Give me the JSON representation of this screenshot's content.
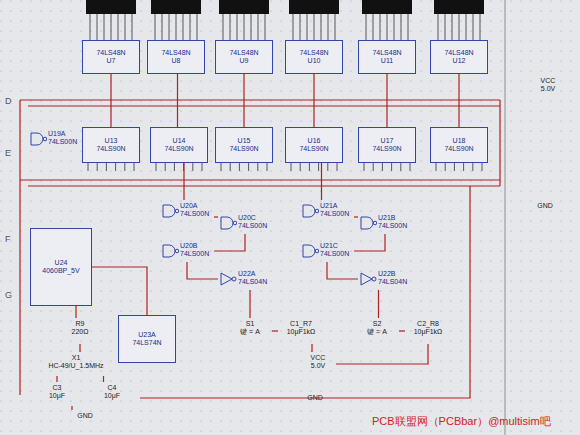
{
  "diagram": {
    "nodes": [
      {
        "text": [
          "74LS48N",
          "U7"
        ]
      },
      {
        "text": [
          "74LS48N",
          "U8"
        ]
      },
      {
        "text": [
          "74LS48N",
          "U9"
        ]
      },
      {
        "text": [
          "74LS48N",
          "U10"
        ]
      },
      {
        "text": [
          "74LS48N",
          "U11"
        ]
      },
      {
        "text": [
          "74LS48N",
          "U12"
        ]
      },
      {
        "text": [
          "U19A",
          "74LS00N"
        ]
      },
      {
        "text": [
          "U13",
          "74LS90N"
        ]
      },
      {
        "text": [
          "U14",
          "74LS90N"
        ]
      },
      {
        "text": [
          "U15",
          "74LS90N"
        ]
      },
      {
        "text": [
          "U16",
          "74LS90N"
        ]
      },
      {
        "text": [
          "U17",
          "74LS90N"
        ]
      },
      {
        "text": [
          "U18",
          "74LS90N"
        ]
      },
      {
        "text": [
          "U20A",
          "74LS00N"
        ]
      },
      {
        "text": [
          "U21A",
          "74LS00N"
        ]
      },
      {
        "text": [
          "U21B",
          "74LS00N"
        ]
      },
      {
        "text": [
          "U20C",
          "74LS00N"
        ]
      },
      {
        "text": [
          "U20B",
          "74LS00N"
        ]
      },
      {
        "text": [
          "U21C",
          "74LS00N"
        ]
      },
      {
        "text": [
          "U22A",
          "74LS04N"
        ]
      },
      {
        "text": [
          "U22B",
          "74LS04N"
        ]
      },
      {
        "text": [
          "U24",
          "4060BP_5V"
        ]
      },
      {
        "text": [
          "R9",
          "220Ω"
        ]
      },
      {
        "text": [
          "U23A",
          "74LS74N"
        ]
      },
      {
        "text": [
          "S1",
          "键 = A"
        ]
      },
      {
        "text": [
          "C1_R7",
          "10μF1kΩ"
        ]
      },
      {
        "text": [
          "S2",
          "键 = A"
        ]
      },
      {
        "text": [
          "C2_R8",
          "10μF1kΩ"
        ]
      },
      {
        "text": [
          "X1",
          "HC-49/U_1.5MHz"
        ]
      },
      {
        "text": [
          "VCC",
          "5.0V"
        ]
      },
      {
        "text": [
          "C3",
          "10μF"
        ]
      },
      {
        "text": [
          "C4",
          "10μF"
        ]
      },
      {
        "text": [
          "GND"
        ]
      },
      {
        "text": [
          "GND"
        ]
      },
      {
        "text": [
          "VCC",
          "5.0V"
        ]
      },
      {
        "text": [
          "GND"
        ]
      }
    ],
    "edges": [
      {
        "from": 7,
        "to": 0,
        "arrow": "none"
      },
      {
        "from": 8,
        "to": 1,
        "arrow": "none"
      },
      {
        "from": 9,
        "to": 2,
        "arrow": "none"
      },
      {
        "from": 10,
        "to": 3,
        "arrow": "none"
      },
      {
        "from": 11,
        "to": 4,
        "arrow": "none"
      },
      {
        "from": 12,
        "to": 5,
        "arrow": "none"
      },
      {
        "from": 6,
        "to": 7,
        "arrow": "none"
      },
      {
        "from": 13,
        "to": 8,
        "arrow": "none"
      },
      {
        "from": 14,
        "to": 10,
        "arrow": "none"
      },
      {
        "from": 13,
        "to": 16,
        "arrow": "none"
      },
      {
        "from": 17,
        "to": 16,
        "arrow": "none"
      },
      {
        "from": 19,
        "to": 17,
        "arrow": "none"
      },
      {
        "from": 14,
        "to": 15,
        "arrow": "none"
      },
      {
        "from": 18,
        "to": 15,
        "arrow": "none"
      },
      {
        "from": 20,
        "to": 18,
        "arrow": "none"
      },
      {
        "from": 21,
        "to": 23,
        "arrow": "none"
      },
      {
        "from": 22,
        "to": 28,
        "arrow": "none"
      },
      {
        "from": 22,
        "to": 21,
        "arrow": "none"
      },
      {
        "from": 30,
        "to": 28,
        "arrow": "none"
      },
      {
        "from": 31,
        "to": 28,
        "arrow": "none"
      },
      {
        "from": 30,
        "to": 33,
        "arrow": "none"
      },
      {
        "from": 24,
        "to": 19,
        "arrow": "none"
      },
      {
        "from": 26,
        "to": 20,
        "arrow": "none"
      },
      {
        "from": 24,
        "to": 25,
        "arrow": "none"
      },
      {
        "from": 26,
        "to": 27,
        "arrow": "none"
      },
      {
        "from": 29,
        "to": 25,
        "arrow": "none"
      },
      {
        "from": 29,
        "to": 27,
        "arrow": "none"
      }
    ],
    "labels": [
      "D",
      "E",
      "F",
      "G",
      "PCB联盟网（PCBbar）@multisim吧"
    ]
  }
}
